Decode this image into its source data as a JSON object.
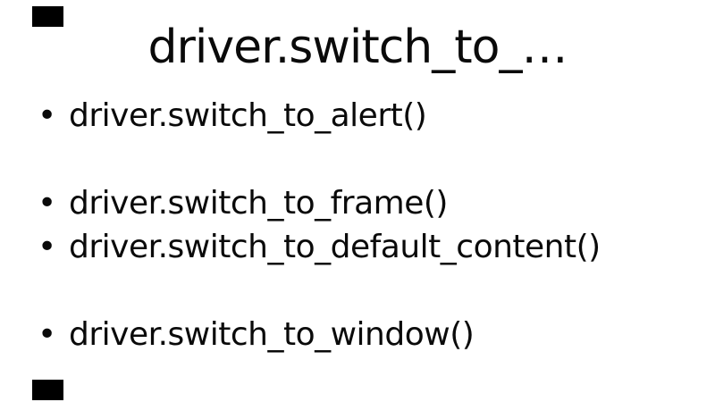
{
  "slide": {
    "title": "driver.switch_to_…",
    "bullets": [
      "driver.switch_to_alert()",
      "",
      "driver.switch_to_frame()",
      "driver.switch_to_default_content()",
      "",
      "driver.switch_to_window()"
    ]
  },
  "colors": {
    "background": "#ffffff",
    "text": "#0a0a0a",
    "corner_mark": "#000000"
  }
}
